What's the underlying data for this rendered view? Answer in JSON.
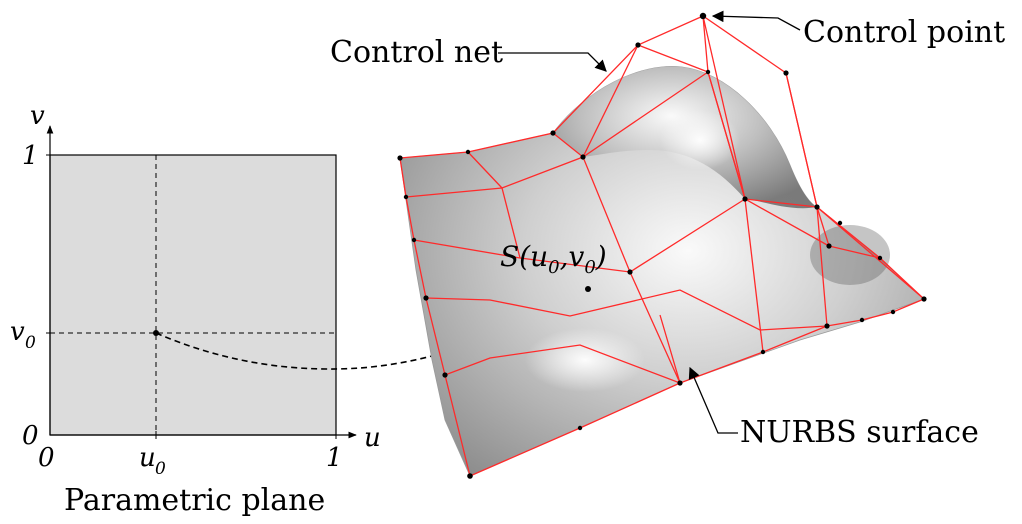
{
  "plane": {
    "u_axis_label": "u",
    "v_axis_label": "v",
    "origin_u_label": "0",
    "origin_v_label": "0",
    "u_max_label": "1",
    "v_max_label": "1",
    "u0_label": "u",
    "u0_sub": "0",
    "v0_label": "v",
    "v0_sub": "0",
    "caption": "Parametric plane",
    "u0_value": 0.37,
    "v0_value": 0.37
  },
  "surface": {
    "point_label_prefix": "S(",
    "point_u": "u",
    "point_u_sub": "0",
    "point_comma": ",",
    "point_v": "v",
    "point_v_sub": "0",
    "point_label_suffix": ")"
  },
  "callouts": {
    "control_net": "Control net",
    "control_point": "Control point",
    "nurbs_surface": "NURBS surface"
  },
  "colors": {
    "plane_fill": "#dcdcdc",
    "net_line": "#ff2a2a",
    "surface_light": "#f4f4f4",
    "surface_dark": "#7a7a7a"
  }
}
